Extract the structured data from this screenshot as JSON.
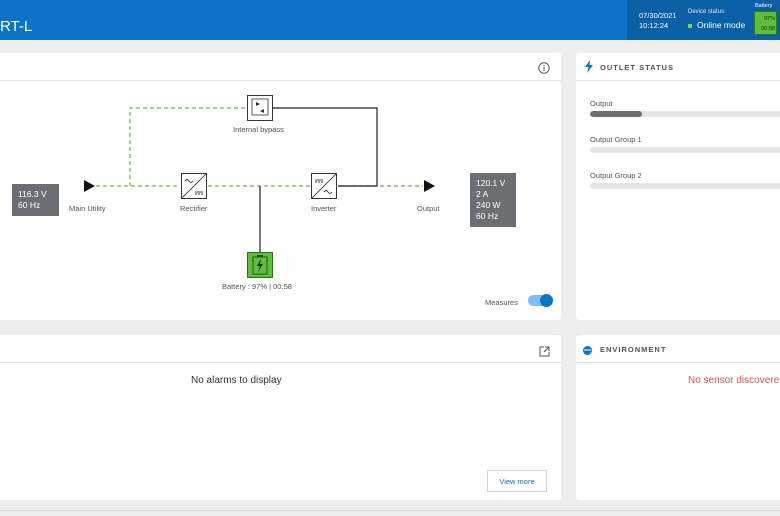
{
  "header": {
    "title": "RT-L",
    "date": "07/30/2021",
    "time": "10:12:24",
    "device_status_label": "Device status:",
    "device_status_value": "Online mode",
    "battery_label": "Battery",
    "battery_percent": "97%",
    "battery_time": "00:58"
  },
  "synoptic": {
    "input_values": [
      "116.3 V",
      "60 Hz"
    ],
    "output_values": [
      "120.1 V",
      "2 A",
      "240 W",
      "60 Hz"
    ],
    "labels": {
      "main_utility": "Main Utility",
      "rectifier": "Rectifier",
      "inverter": "Inverter",
      "output": "Output",
      "internal_bypass": "Internal bypass",
      "battery": "Battery : 97% | 00:58"
    },
    "measures_label": "Measures",
    "measures_on": true
  },
  "outlet_status": {
    "title": "OUTLET STATUS",
    "items": [
      {
        "label": "Output",
        "level": 0.26
      },
      {
        "label": "Output Group 1",
        "level": 0
      },
      {
        "label": "Output Group 2",
        "level": 0
      }
    ]
  },
  "alarms": {
    "message": "No alarms to display",
    "button_label": "View more"
  },
  "environment": {
    "title": "ENVIRONMENT",
    "message": "No sensor discovere"
  },
  "colors": {
    "header_blue": "#0b74c5",
    "battery_green": "#5fbf3c",
    "dashed_flow_green": "#5fbf3c",
    "alert_red": "#d2574a",
    "value_box_gray": "#6b6f73"
  }
}
